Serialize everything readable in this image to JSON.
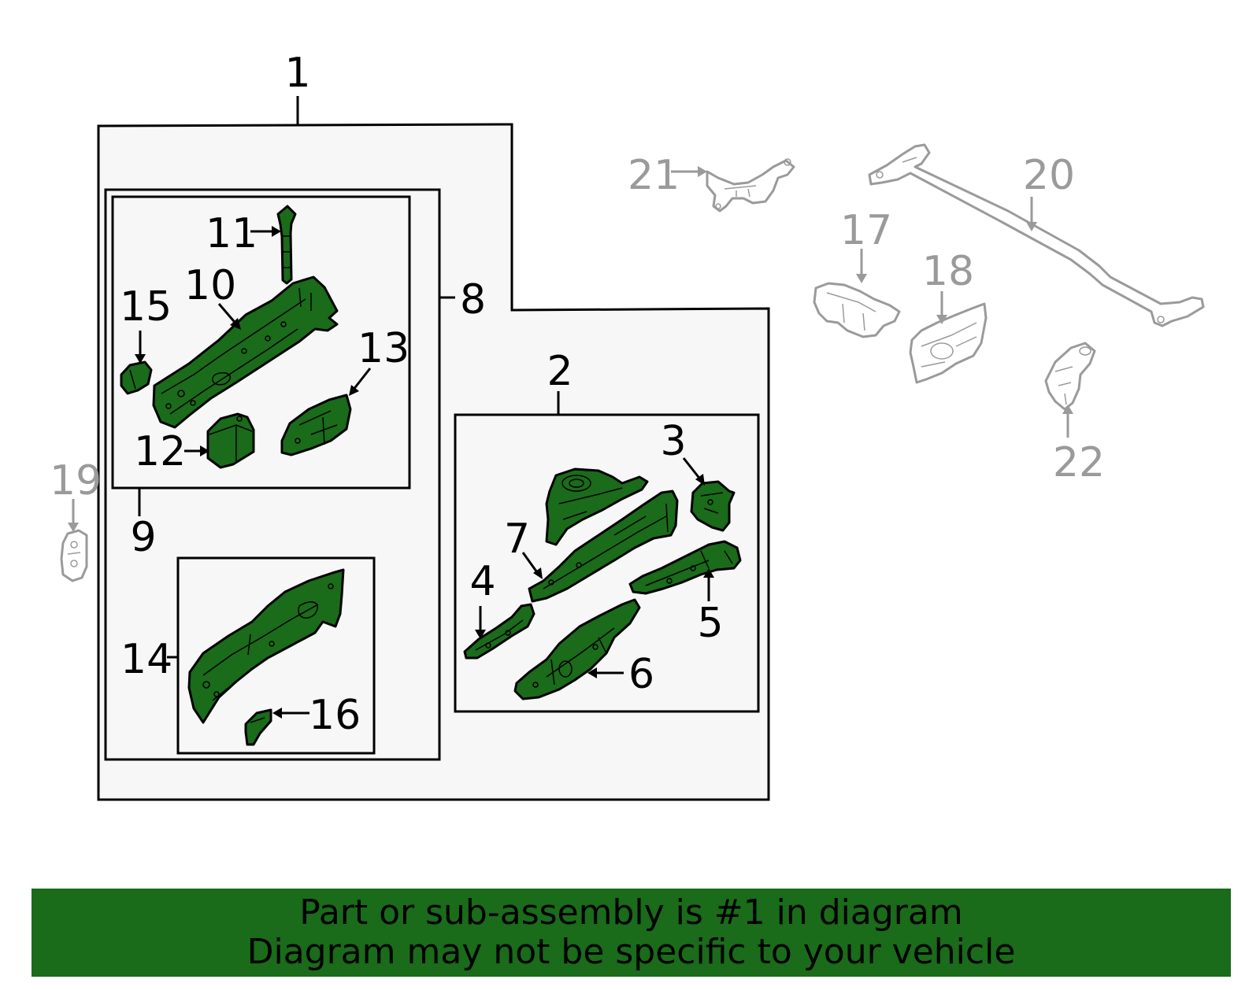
{
  "banner": {
    "line1": "Part or sub-assembly is #1 in diagram",
    "line2": "Diagram may not be specific to your vehicle"
  },
  "callouts": {
    "n1": "1",
    "n2": "2",
    "n3": "3",
    "n4": "4",
    "n5": "5",
    "n6": "6",
    "n7": "7",
    "n8": "8",
    "n9": "9",
    "n10": "10",
    "n11": "11",
    "n12": "12",
    "n13": "13",
    "n14": "14",
    "n15": "15",
    "n16": "16",
    "n17": "17",
    "n18": "18",
    "n19": "19",
    "n20": "20",
    "n21": "21",
    "n22": "22"
  },
  "colors": {
    "highlight": "#1a6b1a",
    "inactive": "#9a9a9a",
    "box_fill": "#f7f7f7"
  }
}
